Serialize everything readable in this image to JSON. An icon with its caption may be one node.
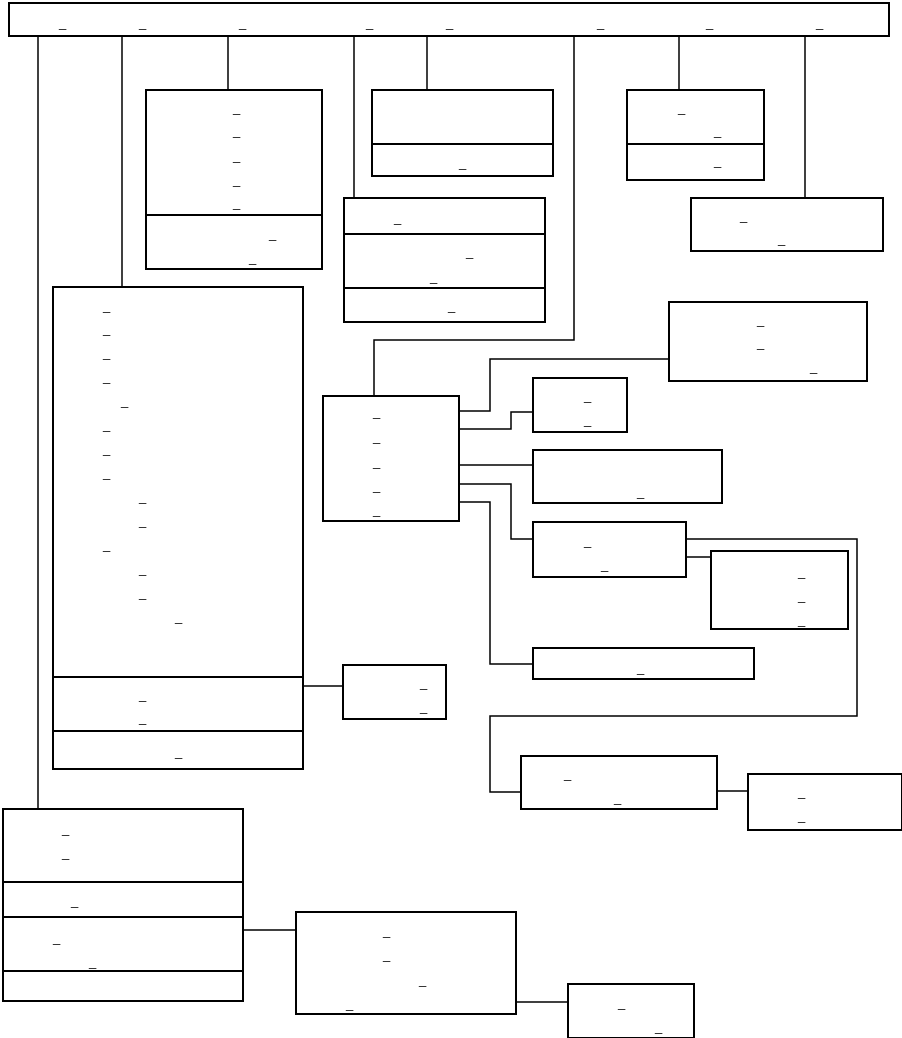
{
  "diagram": {
    "nodes": [
      {
        "text": [
          "_",
          "_",
          "_",
          "_",
          "_",
          "_",
          "_",
          "_"
        ]
      },
      {
        "text": [
          "_",
          "_",
          "_",
          "_",
          "_"
        ]
      },
      {
        "text": [
          "_",
          "_"
        ]
      },
      {
        "text": [],
        "shape": "box"
      },
      {
        "text": [
          "_"
        ]
      },
      {
        "text": [
          "_",
          "_"
        ]
      },
      {
        "text": [
          "_"
        ]
      },
      {
        "text": [
          "_"
        ]
      },
      {
        "text": [
          "_",
          "_"
        ]
      },
      {
        "text": [
          "_"
        ]
      },
      {
        "text": [
          "_",
          "_"
        ]
      },
      {
        "text": [
          "_",
          "_",
          "_",
          "_",
          "_",
          "_",
          "_",
          "_",
          "_",
          "_",
          "_",
          "_",
          "_",
          "_"
        ]
      },
      {
        "text": [
          "_",
          "_"
        ]
      },
      {
        "text": [
          "_"
        ]
      },
      {
        "text": [
          "_",
          "_",
          "_"
        ]
      },
      {
        "text": [
          "_",
          "_",
          "_",
          "_",
          "_"
        ]
      },
      {
        "text": [
          "_",
          "_"
        ]
      },
      {
        "text": [
          "_"
        ]
      },
      {
        "text": [
          "_",
          "_"
        ]
      },
      {
        "text": [
          "_",
          "_",
          "_"
        ]
      },
      {
        "text": [
          "_"
        ]
      },
      {
        "text": [
          "_",
          "_"
        ]
      },
      {
        "text": [
          "_",
          "_"
        ]
      },
      {
        "text": [
          "_",
          "_"
        ]
      },
      {
        "text": [
          "_",
          "_"
        ]
      },
      {
        "text": [
          "_"
        ]
      },
      {
        "text": [
          "_",
          "_"
        ]
      },
      {
        "text": [],
        "shape": "box"
      },
      {
        "text": [
          "_",
          "_",
          "_",
          "_"
        ]
      },
      {
        "text": [
          "_",
          "_"
        ]
      }
    ],
    "edges": [
      {
        "from": 0,
        "to": 24,
        "arrow": "none"
      },
      {
        "from": 0,
        "to": 11,
        "arrow": "none"
      },
      {
        "from": 0,
        "to": 1,
        "arrow": "none"
      },
      {
        "from": 0,
        "to": 7,
        "arrow": "none"
      },
      {
        "from": 0,
        "to": 3,
        "arrow": "none"
      },
      {
        "from": 0,
        "to": 15,
        "arrow": "none"
      },
      {
        "from": 0,
        "to": 5,
        "arrow": "none"
      },
      {
        "from": 0,
        "to": 10,
        "arrow": "none"
      },
      {
        "from": 15,
        "to": 14,
        "arrow": "none"
      },
      {
        "from": 15,
        "to": 16,
        "arrow": "none"
      },
      {
        "from": 15,
        "to": 17,
        "arrow": "none"
      },
      {
        "from": 15,
        "to": 18,
        "arrow": "none"
      },
      {
        "from": 18,
        "to": 19,
        "arrow": "none"
      },
      {
        "from": 15,
        "to": 20,
        "arrow": "none"
      },
      {
        "from": 18,
        "to": 22,
        "arrow": "none"
      },
      {
        "from": 22,
        "to": 23,
        "arrow": "none"
      },
      {
        "from": 12,
        "to": 21,
        "arrow": "none"
      },
      {
        "from": 26,
        "to": 28,
        "arrow": "none"
      },
      {
        "from": 28,
        "to": 29,
        "arrow": "none"
      }
    ]
  }
}
